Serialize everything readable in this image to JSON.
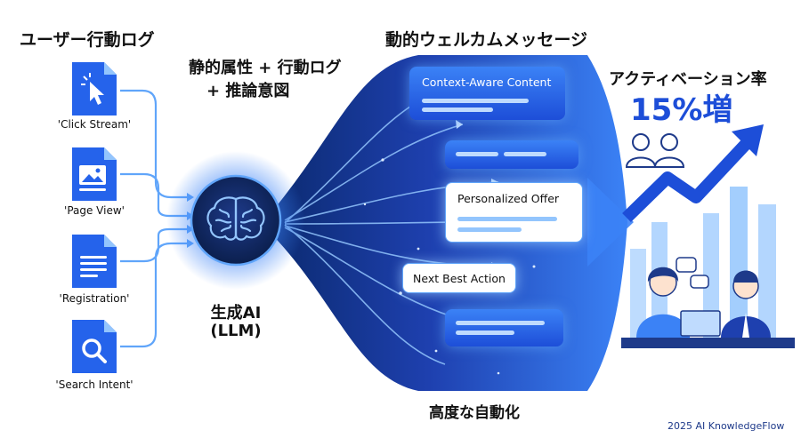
{
  "left": {
    "title": "ユーザー行動ログ",
    "docs": [
      {
        "label": "'Click Stream'",
        "icon": "cursor-click-icon"
      },
      {
        "label": "'Page View'",
        "icon": "image-page-icon"
      },
      {
        "label": "'Registration'",
        "icon": "text-lines-icon"
      },
      {
        "label": "'Search Intent'",
        "icon": "magnifier-icon"
      }
    ]
  },
  "middle": {
    "caption_line1": "静的属性 + 行動ログ",
    "caption_line2": "+ 推論意図",
    "engine_line1": "生成AI",
    "engine_line2": "(LLM)",
    "icon": "brain-icon"
  },
  "flow": {
    "title": "動的ウェルカムメッセージ",
    "messages": [
      {
        "label": "Context-Aware Content",
        "style": "blue"
      },
      {
        "label": "",
        "style": "blue"
      },
      {
        "label": "Personalized Offer",
        "style": "white"
      },
      {
        "label": "Next Best Action",
        "style": "white"
      },
      {
        "label": "",
        "style": "blue"
      }
    ],
    "footer": "高度な自動化"
  },
  "result": {
    "title": "アクティベーション率",
    "value": "15%増",
    "icons": [
      "users-icon",
      "growth-arrow-icon",
      "bar-chart-icon",
      "team-laptop-icon"
    ]
  },
  "watermark": "2025 AI KnowledgeFlow",
  "colors": {
    "primary": "#1d4ed8",
    "accent": "#3b82f6",
    "dark": "#0b2a6f",
    "light": "#bfdbfe"
  }
}
